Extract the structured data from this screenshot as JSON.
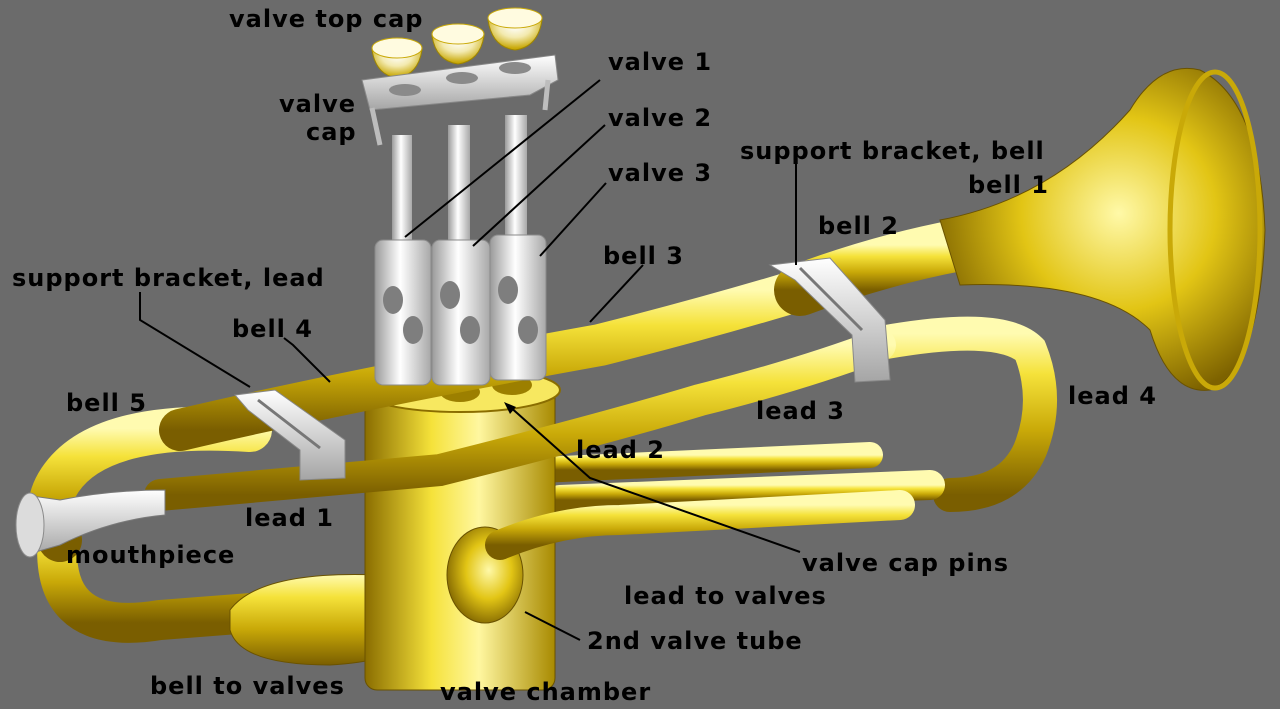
{
  "colors": {
    "background": "#6b6b6b",
    "brass_light": "#fff36a",
    "brass_mid": "#e6cf12",
    "brass_dark": "#8a6d00",
    "silver_light": "#ffffff",
    "silver_mid": "#d8d8d8",
    "silver_dark": "#9a9a9a",
    "leader_line": "#000000"
  },
  "labels": {
    "valve_top_cap": "valve top cap",
    "valve_cap_line1": "valve",
    "valve_cap_line2": "cap",
    "valve_1": "valve 1",
    "valve_2": "valve 2",
    "valve_3": "valve 3",
    "support_bracket_bell": "support bracket, bell",
    "bell_1": "bell 1",
    "bell_2": "bell 2",
    "bell_3": "bell 3",
    "support_bracket_lead": "support bracket, lead",
    "bell_4": "bell 4",
    "bell_5": "bell 5",
    "lead_4": "lead 4",
    "lead_3": "lead 3",
    "lead_2": "lead 2",
    "lead_1": "lead 1",
    "mouthpiece": "mouthpiece",
    "valve_cap_pins": "valve cap pins",
    "lead_to_valves": "lead to valves",
    "second_valve_tube": "2nd valve tube",
    "bell_to_valves": "bell to valves",
    "valve_chamber": "valve chamber"
  }
}
